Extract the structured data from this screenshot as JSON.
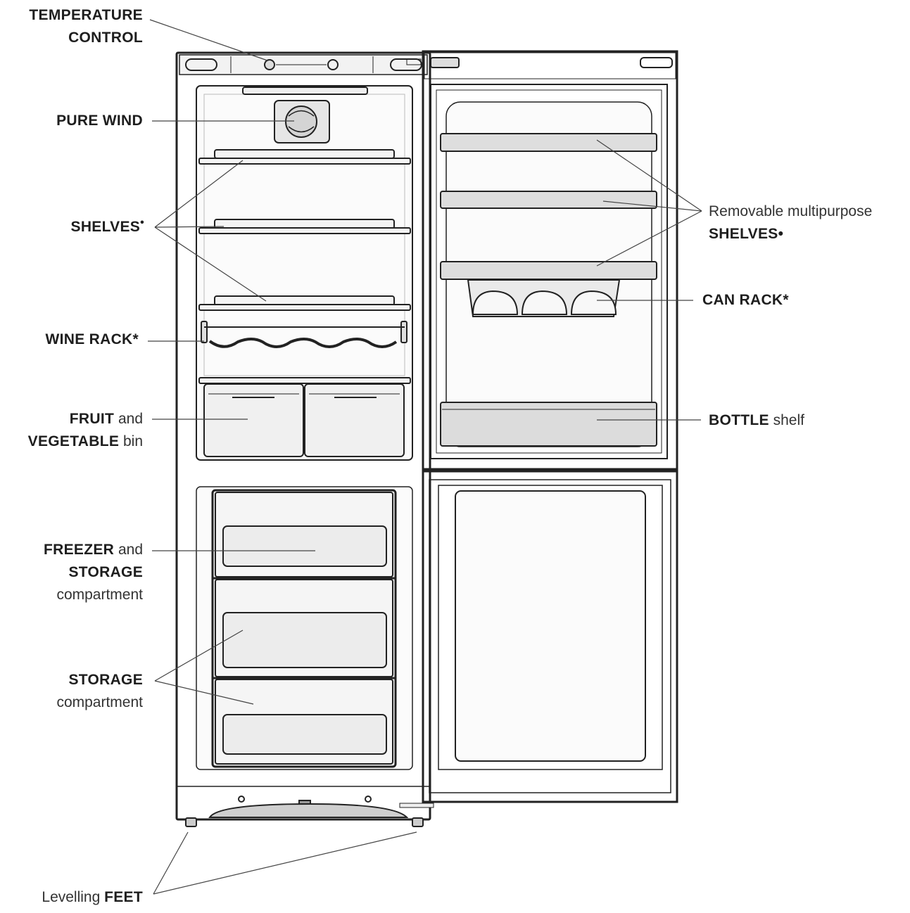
{
  "labels": {
    "temperature_control": {
      "line1": "TEMPERATURE",
      "line2": "CONTROL"
    },
    "pure_wind": "PURE WIND",
    "shelves": {
      "text": "SHELVES",
      "mark": "•"
    },
    "wine_rack": {
      "text": "WINE RACK",
      "mark": "*"
    },
    "fruit_bin": {
      "line1_bold": "FRUIT",
      "line1_rest": " and",
      "line2_bold": "VEGETABLE",
      "line2_rest": " bin"
    },
    "freezer": {
      "line1_bold": "FREEZER",
      "line1_rest": " and",
      "line2": "STORAGE",
      "line3": "compartment"
    },
    "storage": {
      "line1": "STORAGE",
      "line2": "compartment"
    },
    "feet": {
      "normal": "Levelling ",
      "bold": "FEET"
    },
    "door_shelves": {
      "line1": "Removable multipurpose",
      "line2": "SHELVES",
      "mark": "•"
    },
    "can_rack": {
      "text": "CAN RACK",
      "mark": "*"
    },
    "bottle_shelf": {
      "bold": "BOTTLE",
      "rest": " shelf"
    }
  }
}
